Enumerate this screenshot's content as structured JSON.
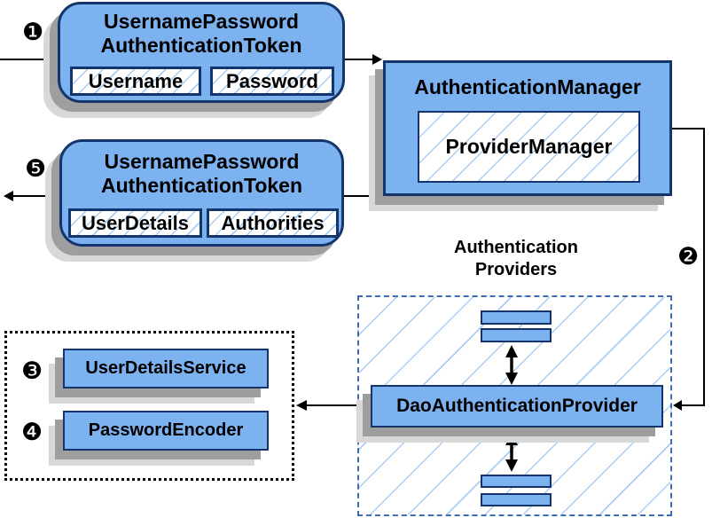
{
  "diagram": {
    "badges": {
      "one": "❶",
      "two": "❷",
      "three": "❸",
      "four": "❹",
      "five": "❺"
    },
    "token_request": {
      "title_line1": "UsernamePassword",
      "title_line2": "AuthenticationToken",
      "fields": [
        "Username",
        "Password"
      ]
    },
    "authentication_manager": {
      "title": "AuthenticationManager",
      "inner": "ProviderManager"
    },
    "token_response": {
      "title_line1": "UsernamePassword",
      "title_line2": "AuthenticationToken",
      "fields": [
        "UserDetails",
        "Authorities"
      ]
    },
    "providers_label": {
      "line1": "Authentication",
      "line2": "Providers"
    },
    "dao_provider": {
      "label": "DaoAuthenticationProvider"
    },
    "services": {
      "user_details_service": "UserDetailsService",
      "password_encoder": "PasswordEncoder"
    },
    "colors": {
      "box_fill": "#7db2f1",
      "box_border": "#14356b",
      "hatch_line": "#a9cdf2",
      "dash_border": "#3d6cb4",
      "shadow_dark": "#9e9e9e",
      "shadow_light": "#d8d8d8",
      "line_color": "#000000"
    }
  }
}
